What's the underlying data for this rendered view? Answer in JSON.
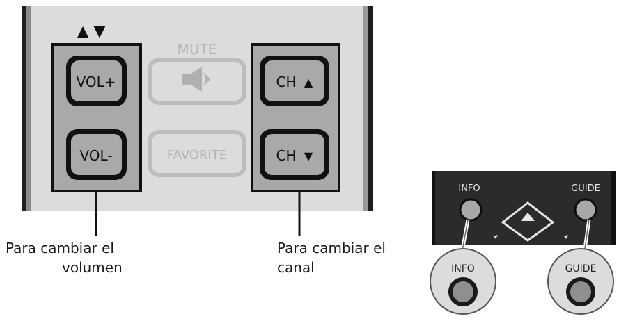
{
  "remote_top": {
    "arrows": "▲ ▼",
    "mute_label": "MUTE",
    "vol_up_label": "VOL+",
    "vol_down_label": "VOL-",
    "favorite_label": "FAVORITE",
    "ch_label": "CH",
    "ch_up_icon": "▲",
    "ch_down_icon": "▼",
    "mute_icon": "speaker-muted-icon"
  },
  "captions": {
    "volume_line1": "Para cambiar el",
    "volume_line2": "volumen",
    "channel_line1": "Para cambiar el",
    "channel_line2": "canal"
  },
  "remote_detail": {
    "info_label": "INFO",
    "guide_label": "GUIDE",
    "info_zoom_label": "INFO",
    "guide_zoom_label": "GUIDE",
    "center_icon": "up-arrow-icon"
  },
  "colors": {
    "panel": "#dcdcdc",
    "key_dark": "#2a2a2a",
    "key_gray": "#a9a9a9",
    "muted_gray": "#bdbdbd",
    "detail_panel": "#2b2b2b"
  }
}
